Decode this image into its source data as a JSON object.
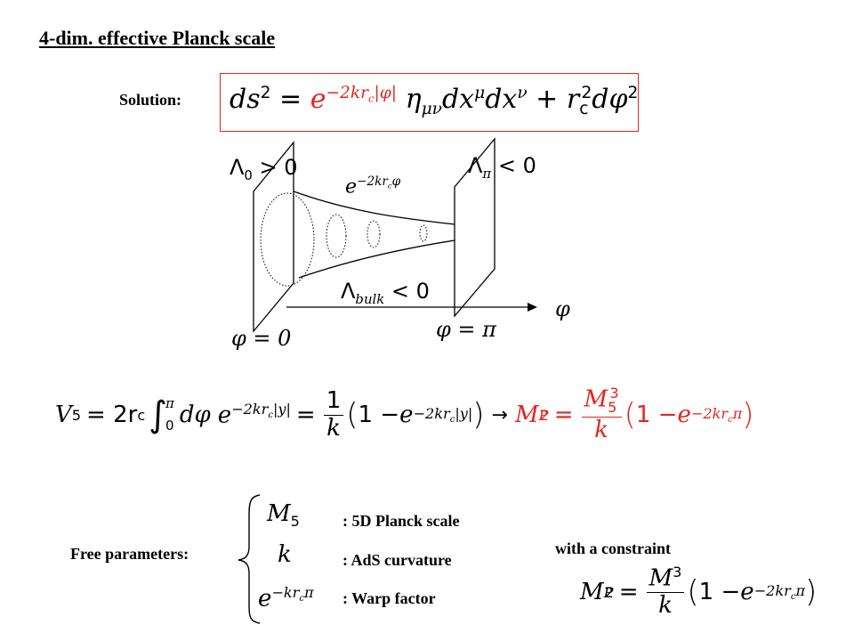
{
  "title": "4-dim. effective Planck scale",
  "solution_label": "Solution:",
  "metric": {
    "lhs": "ds",
    "exp_factor": "e",
    "exp_power": "−2kr",
    "exp_sub": "c",
    "exp_tail": "|φ|",
    "eta": "η",
    "eta_sub": "μν",
    "dx": "dx",
    "mu": "μ",
    "nu": "ν",
    "rc": "r",
    "tail": "dφ"
  },
  "diagram": {
    "lambda0": "Λ",
    "lambda0_sub": "0",
    "lambda0_rel": " > 0",
    "lambdapi": "Λ",
    "lambdapi_sub": "π",
    "lambdapi_rel": " < 0",
    "warp_base": "e",
    "warp_power": "−2kr",
    "warp_sub": "c",
    "warp_tail": "φ",
    "lambdabulk": "Λ",
    "lambdabulk_sub": "bulk",
    "lambdabulk_rel": " < 0",
    "phi0": "φ = 0",
    "phipi": "φ = π",
    "axis": "φ"
  },
  "volume_equation": {
    "v5": "V",
    "v5_sub": "5",
    "two_rc": "= 2r",
    "int_upper": "π",
    "int_lower": "0",
    "dphi": "dφ",
    "exp_e": "e",
    "exp_power": "−2kr",
    "exp_sub": "c",
    "exp_tail": "|y|",
    "frac_num": "1",
    "frac_den": "k",
    "one_minus": "1 − ",
    "arrow": "→",
    "mp": "M",
    "mp_sub": "P",
    "m5": "M",
    "m5_sub": "5",
    "k": "k",
    "tail_power": "−2kr",
    "tail_sub": "c",
    "tail_end": "π"
  },
  "free_parameters": {
    "label": "Free parameters:",
    "items": [
      {
        "symbol": "M",
        "symbol_sub": "5",
        "desc": ": 5D Planck scale"
      },
      {
        "symbol": "k",
        "desc": ": AdS curvature"
      },
      {
        "symbol": "e",
        "symbol_sup": "−kr",
        "symbol_sup_sub": "c",
        "symbol_sup_tail": "π",
        "desc": ": Warp factor"
      }
    ]
  },
  "constraint": {
    "label": "with a constraint",
    "mp": "M",
    "mp_sub": "P",
    "m": "M",
    "k": "k",
    "one_minus": "1 − ",
    "power": "−2kr",
    "power_sub": "c",
    "power_tail": "π"
  },
  "colors": {
    "accent": "#e4251f"
  }
}
